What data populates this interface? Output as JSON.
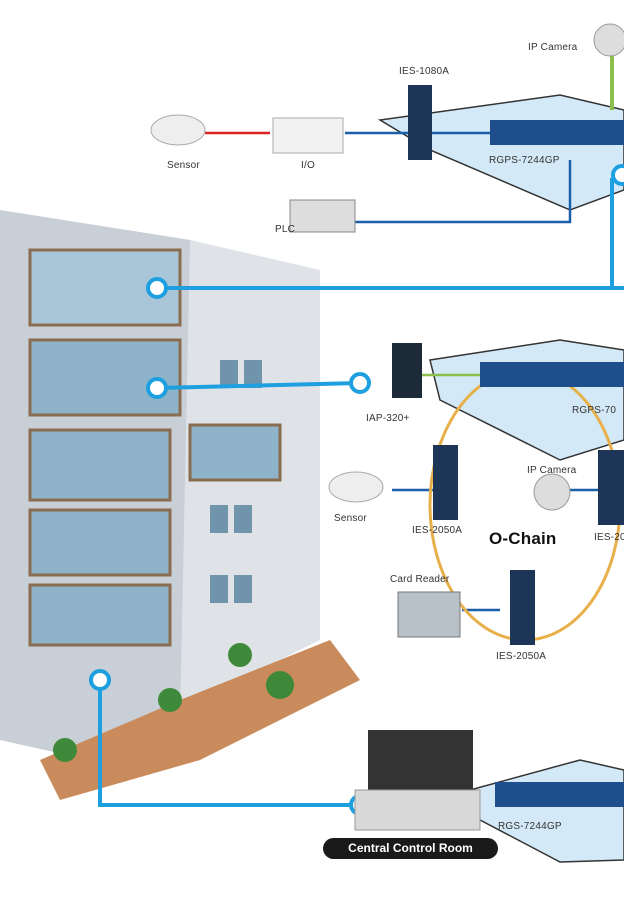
{
  "diagram": {
    "top_section": {
      "ip_camera": "IP Camera",
      "switch_small": "IES-1080A",
      "sensor": "Sensor",
      "io": "I/O",
      "switch_rack": "RGPS-7244GP",
      "plc": "PLC"
    },
    "middle_section": {
      "access_point": "IAP-320+",
      "switch_rack": "RGPS-70",
      "ip_camera": "IP Camera",
      "sensor": "Sensor",
      "switch_left": "IES-2050A",
      "ring_label": "O-Chain",
      "switch_right": "IES-20",
      "card_reader": "Card Reader",
      "switch_bottom": "IES-2050A"
    },
    "bottom_section": {
      "switch_rack": "RGS-7244GP",
      "control_room": "Central Control Room"
    },
    "colors": {
      "link_blue": "#1ea0e0",
      "ring": "#e8b04a",
      "platform": "#cfe6f5",
      "device": "#1d3557"
    }
  }
}
